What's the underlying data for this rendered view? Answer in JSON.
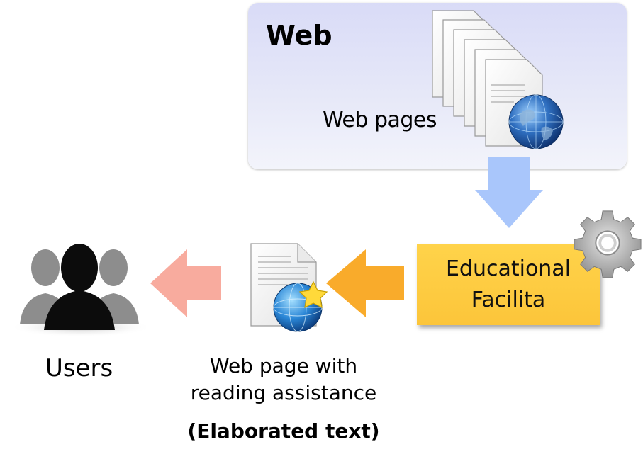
{
  "web": {
    "title": "Web",
    "pages_label": "Web pages"
  },
  "facilita": {
    "line1": "Educational",
    "line2": "Facilita"
  },
  "users": {
    "label": "Users"
  },
  "output": {
    "line1": "Web page with",
    "line2": "reading assistance",
    "line3": "(Elaborated text)"
  },
  "colors": {
    "web_box": "#dfe1f8",
    "down_arrow": "#a9c6fb",
    "facilita_box": "#fdc93f",
    "orange_arrow": "#f9ab2b",
    "pink_arrow": "#f8ab9e",
    "gear": "#a8a8a8"
  },
  "icons": [
    "document-stack-icon",
    "globe-icon",
    "gear-icon",
    "document-star-icon",
    "users-silhouette-icon"
  ]
}
